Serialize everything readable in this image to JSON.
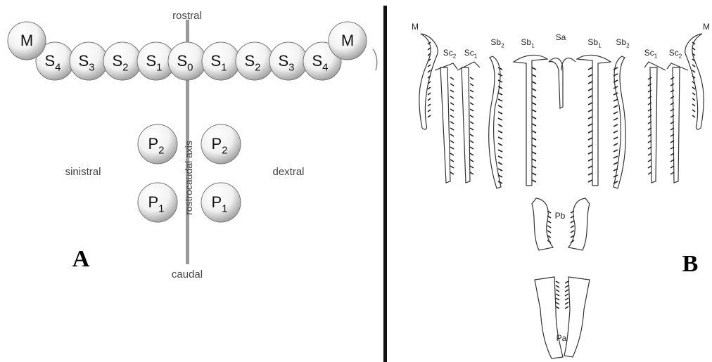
{
  "panel_a": {
    "rostral": "rostral",
    "caudal": "caudal",
    "sinistral": "sinistral",
    "dextral": "dextral",
    "axis_label": "rostrocaudal axis",
    "panel_letter": "A",
    "top_row": [
      {
        "base": "M",
        "sub": ""
      },
      {
        "base": "S",
        "sub": "4"
      },
      {
        "base": "S",
        "sub": "3"
      },
      {
        "base": "S",
        "sub": "2"
      },
      {
        "base": "S",
        "sub": "1"
      },
      {
        "base": "S",
        "sub": "0"
      },
      {
        "base": "S",
        "sub": "1"
      },
      {
        "base": "S",
        "sub": "2"
      },
      {
        "base": "S",
        "sub": "3"
      },
      {
        "base": "S",
        "sub": "4"
      },
      {
        "base": "M",
        "sub": ""
      }
    ],
    "p_rows": [
      {
        "left": {
          "base": "P",
          "sub": "2"
        },
        "right": {
          "base": "P",
          "sub": "2"
        }
      },
      {
        "left": {
          "base": "P",
          "sub": "1"
        },
        "right": {
          "base": "P",
          "sub": "1"
        }
      }
    ]
  },
  "panel_b": {
    "panel_letter": "B",
    "labels": [
      {
        "base": "M",
        "sub": ""
      },
      {
        "base": "Sc",
        "sub": "2"
      },
      {
        "base": "Sc",
        "sub": "1"
      },
      {
        "base": "Sb",
        "sub": "2"
      },
      {
        "base": "Sb",
        "sub": "1"
      },
      {
        "base": "Sa",
        "sub": ""
      },
      {
        "base": "Sb",
        "sub": "1"
      },
      {
        "base": "Sb",
        "sub": "2"
      },
      {
        "base": "Sc",
        "sub": "1"
      },
      {
        "base": "Sc",
        "sub": "2"
      },
      {
        "base": "M",
        "sub": ""
      }
    ],
    "pb": "Pb",
    "pa": "Pa"
  }
}
